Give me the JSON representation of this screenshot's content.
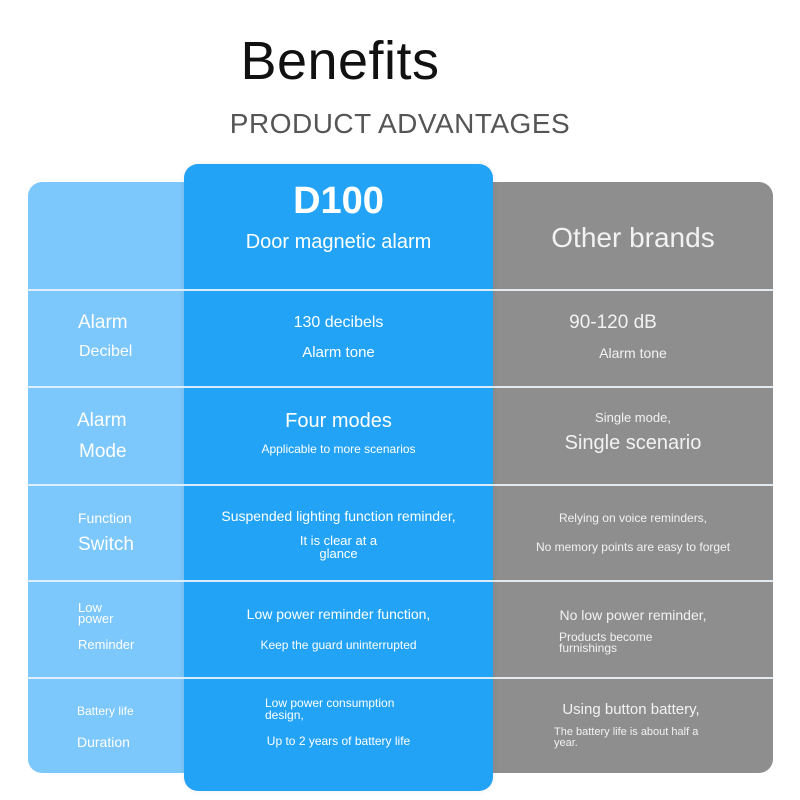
{
  "title": "Benefits",
  "subtitle": "PRODUCT ADVANTAGES",
  "colors": {
    "left_column": "#7cc7fb",
    "middle_column": "#22a3f5",
    "right_column": "#8e8e8e"
  },
  "header": {
    "product_model": "D100",
    "product_name": "Door magnetic alarm",
    "competitor": "Other brands"
  },
  "rows": [
    {
      "label_1": "Alarm",
      "label_2": "Decibel",
      "d100_1": "130 decibels",
      "d100_2": "Alarm tone",
      "other_1": "90-120 dB",
      "other_2": "Alarm tone"
    },
    {
      "label_1": "Alarm",
      "label_2": "Mode",
      "d100_1": "Four modes",
      "d100_2": "Applicable to more scenarios",
      "other_1": "Single mode,",
      "other_2": "Single scenario"
    },
    {
      "label_1": "Function",
      "label_2": "Switch",
      "d100_1": "Suspended lighting function reminder,",
      "d100_2": "It is clear at a glance",
      "other_1": "Relying on voice reminders,",
      "other_2": "No memory points are easy to forget"
    },
    {
      "label_1": "Low power",
      "label_2": "Reminder",
      "d100_1": "Low power reminder function,",
      "d100_2": "Keep the guard uninterrupted",
      "other_1": "No low power reminder,",
      "other_2": "Products become furnishings"
    },
    {
      "label_1": "Battery life",
      "label_2": "Duration",
      "d100_1": "Low power consumption design,",
      "d100_2": "Up to 2 years of battery life",
      "other_1": "Using button battery,",
      "other_2": "The battery life is about half a year."
    }
  ]
}
